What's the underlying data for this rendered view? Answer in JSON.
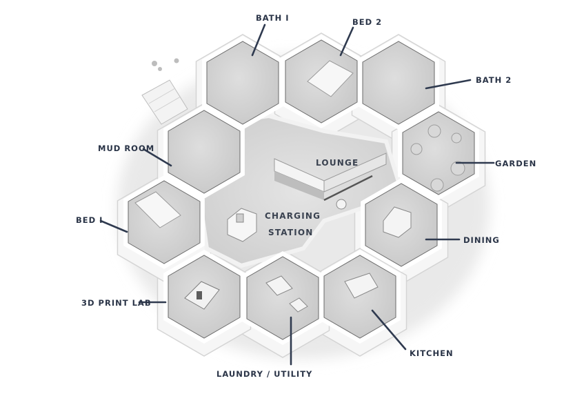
{
  "rooms": {
    "bath1": "BATH I",
    "bed2": "BED 2",
    "bath2": "BATH 2",
    "mud_room": "MUD ROOM",
    "garden": "GARDEN",
    "bed1": "BED I",
    "dining": "DINING",
    "print_lab": "3D PRINT LAB",
    "kitchen": "KITCHEN",
    "laundry": "LAUNDRY / UTILITY",
    "lounge": "LOUNGE",
    "charging_1": "CHARGING",
    "charging_2": "STATION"
  }
}
